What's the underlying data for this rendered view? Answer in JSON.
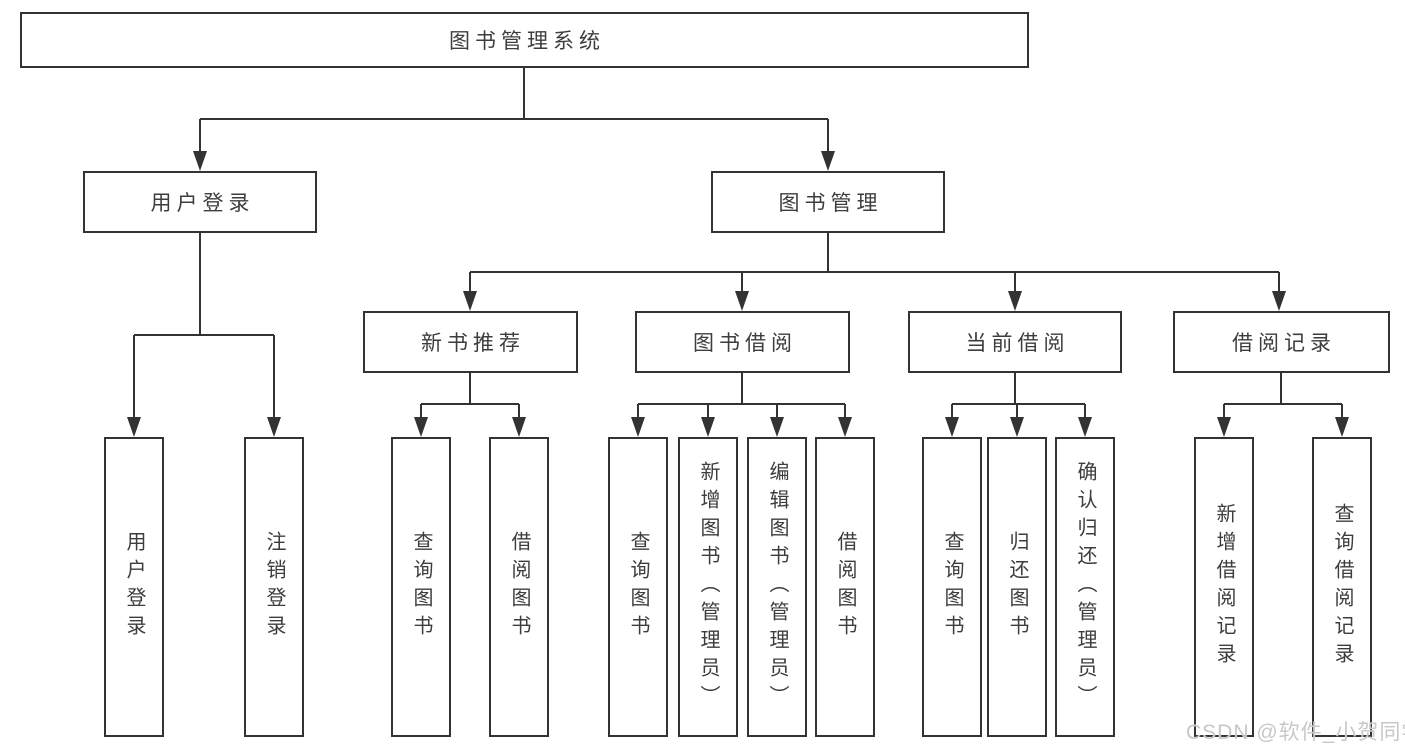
{
  "diagram_title": "图书管理系统",
  "tree": {
    "label": "图书管理系统",
    "children": [
      {
        "label": "用户登录",
        "children": [
          {
            "label": "用户登录"
          },
          {
            "label": "注销登录"
          }
        ]
      },
      {
        "label": "图书管理",
        "children": [
          {
            "label": "新书推荐",
            "children": [
              {
                "label": "查询图书"
              },
              {
                "label": "借阅图书"
              }
            ]
          },
          {
            "label": "图书借阅",
            "children": [
              {
                "label": "查询图书"
              },
              {
                "label": "新增图书（管理员）"
              },
              {
                "label": "编辑图书（管理员）"
              },
              {
                "label": "借阅图书"
              }
            ]
          },
          {
            "label": "当前借阅",
            "children": [
              {
                "label": "查询图书"
              },
              {
                "label": "归还图书"
              },
              {
                "label": "确认归还（管理员）"
              }
            ]
          },
          {
            "label": "借阅记录",
            "children": [
              {
                "label": "新增借阅记录"
              },
              {
                "label": "查询借阅记录"
              }
            ]
          }
        ]
      }
    ]
  },
  "watermark": {
    "text": "CSDN @软件_小贺同学"
  },
  "colors": {
    "line": "#333333",
    "box_border": "#333333",
    "box_fill": "#ffffff",
    "text": "#3d3d3d",
    "background": "#ffffff",
    "watermark": "#c8c8c8"
  }
}
